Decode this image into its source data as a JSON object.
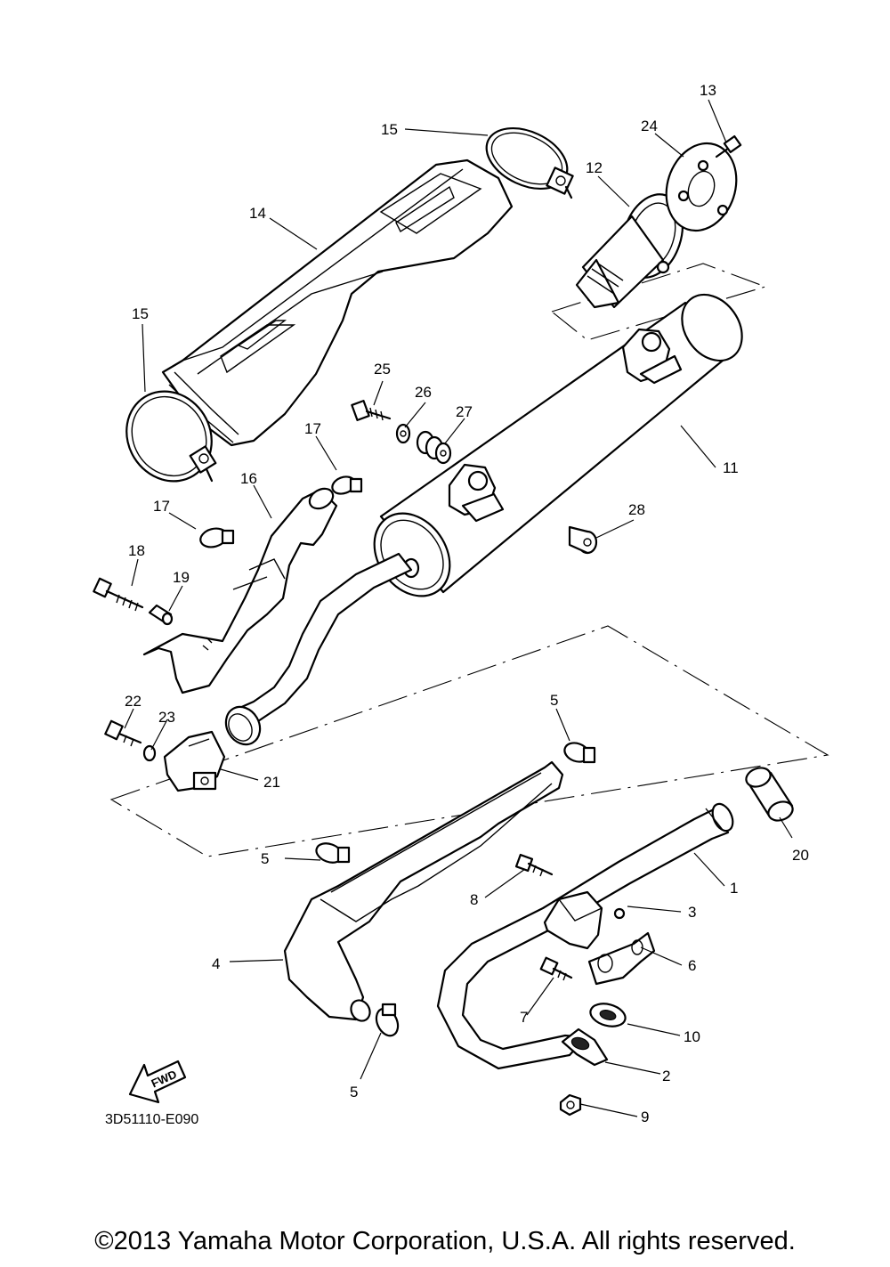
{
  "callouts": {
    "c1": "1",
    "c2": "2",
    "c3": "3",
    "c4": "4",
    "c5a": "5",
    "c5b": "5",
    "c5c": "5",
    "c6": "6",
    "c7": "7",
    "c8": "8",
    "c9": "9",
    "c10": "10",
    "c11": "11",
    "c12": "12",
    "c13": "13",
    "c14": "14",
    "c15a": "15",
    "c15b": "15",
    "c16": "16",
    "c17a": "17",
    "c17b": "17",
    "c18": "18",
    "c19": "19",
    "c20": "20",
    "c21": "21",
    "c22": "22",
    "c23": "23",
    "c24": "24",
    "c25": "25",
    "c26": "26",
    "c27": "27",
    "c28": "28"
  },
  "fwd_label": "FWD",
  "diagram_code": "3D51110-E090",
  "copyright": "©2013 Yamaha Motor Corporation, U.S.A. All rights reserved."
}
